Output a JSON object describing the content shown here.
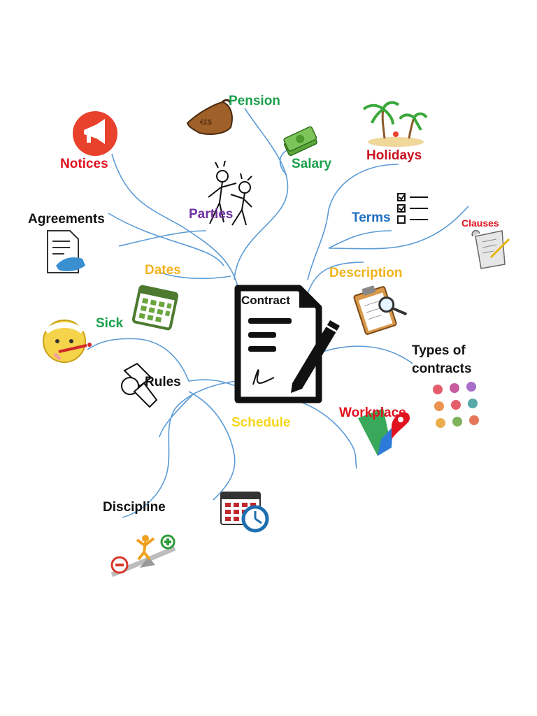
{
  "central": {
    "label": "Contract"
  },
  "branches": {
    "pension": {
      "label": "Pension",
      "color": "#1aa04a"
    },
    "salary": {
      "label": "Salary",
      "color": "#1aa04a"
    },
    "notices": {
      "label": "Notices",
      "color": "#e0121f"
    },
    "holidays": {
      "label": "Holidays",
      "color": "#c8101e"
    },
    "parties": {
      "label": "Parties",
      "color": "#7030a0"
    },
    "agreements": {
      "label": "Agreements",
      "color": "#111111"
    },
    "terms": {
      "label": "Terms",
      "color": "#1f6fc0"
    },
    "clauses": {
      "label": "Clauses",
      "color": "#e0121f"
    },
    "dates": {
      "label": "Dates",
      "color": "#f2b21b"
    },
    "description": {
      "label": "Description",
      "color": "#f2b21b"
    },
    "sick": {
      "label": "Sick",
      "color": "#1aa04a"
    },
    "types": {
      "label_line1": "Types of",
      "label_line2": "contracts",
      "color": "#111111"
    },
    "rules": {
      "label": "Rules",
      "color": "#111111"
    },
    "schedule": {
      "label": "Schedule",
      "color": "#f7d51a"
    },
    "workplace": {
      "label": "Workplace",
      "color": "#e0121f"
    },
    "discipline": {
      "label": "Discipline",
      "color": "#111111"
    }
  },
  "icons": {
    "pension": "money-bag-icon",
    "salary": "money-stack-icon",
    "notices": "megaphone-icon",
    "holidays": "palm-island-icon",
    "parties": "arguing-people-icon",
    "agreements": "handshake-document-icon",
    "terms": "checklist-icon",
    "clauses": "scroll-icon",
    "dates": "calendar-icon",
    "description": "clipboard-magnifier-icon",
    "sick": "sick-face-icon",
    "types": "colored-dots-grid-icon",
    "rules": "rules-hand-icon",
    "schedule": "calendar-clock-icon",
    "workplace": "map-pin-icon",
    "discipline": "balance-plus-minus-icon",
    "central": "document-pen-icon"
  },
  "line_color": "#5b9bd5"
}
